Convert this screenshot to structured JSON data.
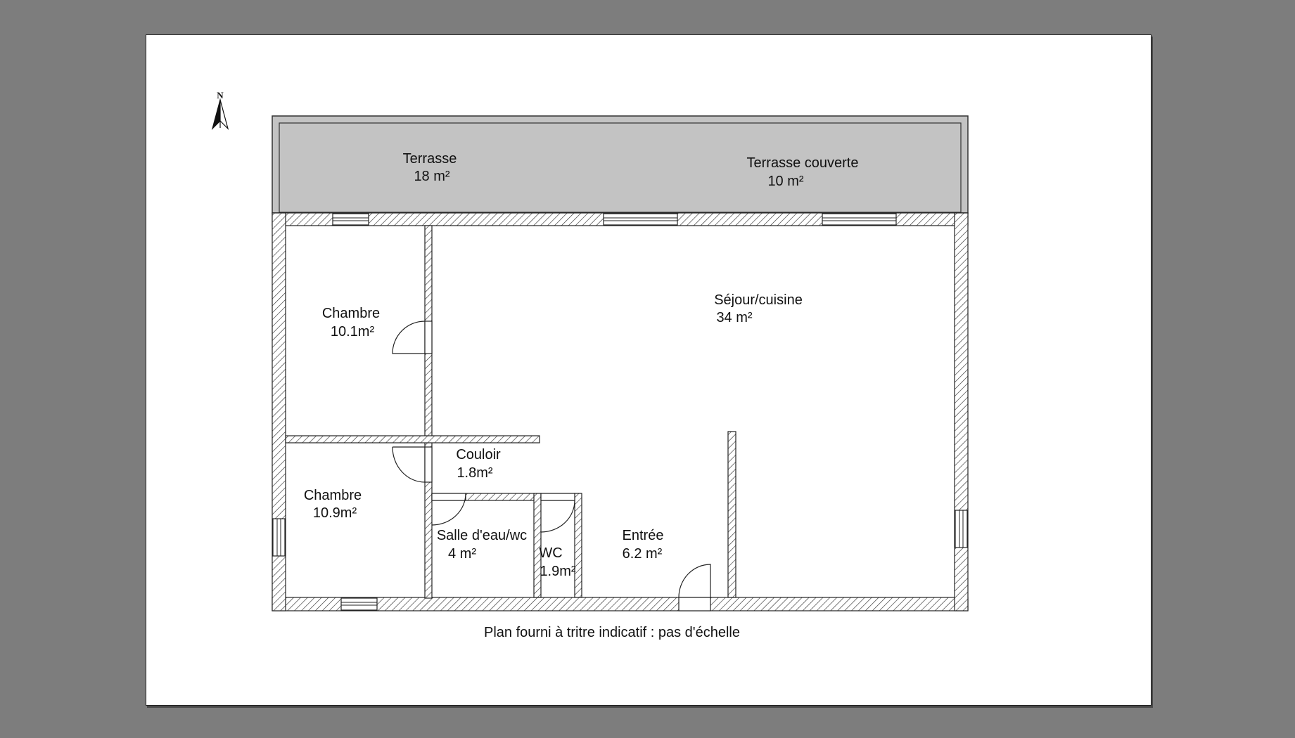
{
  "compass": {
    "label": "N",
    "icon": "north-arrow-icon"
  },
  "rooms": {
    "terrasse": {
      "name": "Terrasse",
      "area": "18 m²"
    },
    "terrasse_couverte": {
      "name": "Terrasse couverte",
      "area": "10 m²"
    },
    "sejour": {
      "name": "Séjour/cuisine",
      "area": "34 m²"
    },
    "chambre1": {
      "name": "Chambre",
      "area": "10.1m²"
    },
    "chambre2": {
      "name": "Chambre",
      "area": "10.9m²"
    },
    "couloir": {
      "name": "Couloir",
      "area": "1.8m²"
    },
    "salle_eau": {
      "name": "Salle d'eau/wc",
      "area": "4 m²"
    },
    "wc": {
      "name": "WC",
      "area": "1.9m²"
    },
    "entree": {
      "name": "Entrée",
      "area": "6.2 m²"
    }
  },
  "footer": {
    "note": "Plan fourni à tritre indicatif : pas d'échelle"
  },
  "colors": {
    "background": "#7d7d7d",
    "terrace_fill": "#c3c3c3",
    "paper": "#ffffff"
  }
}
